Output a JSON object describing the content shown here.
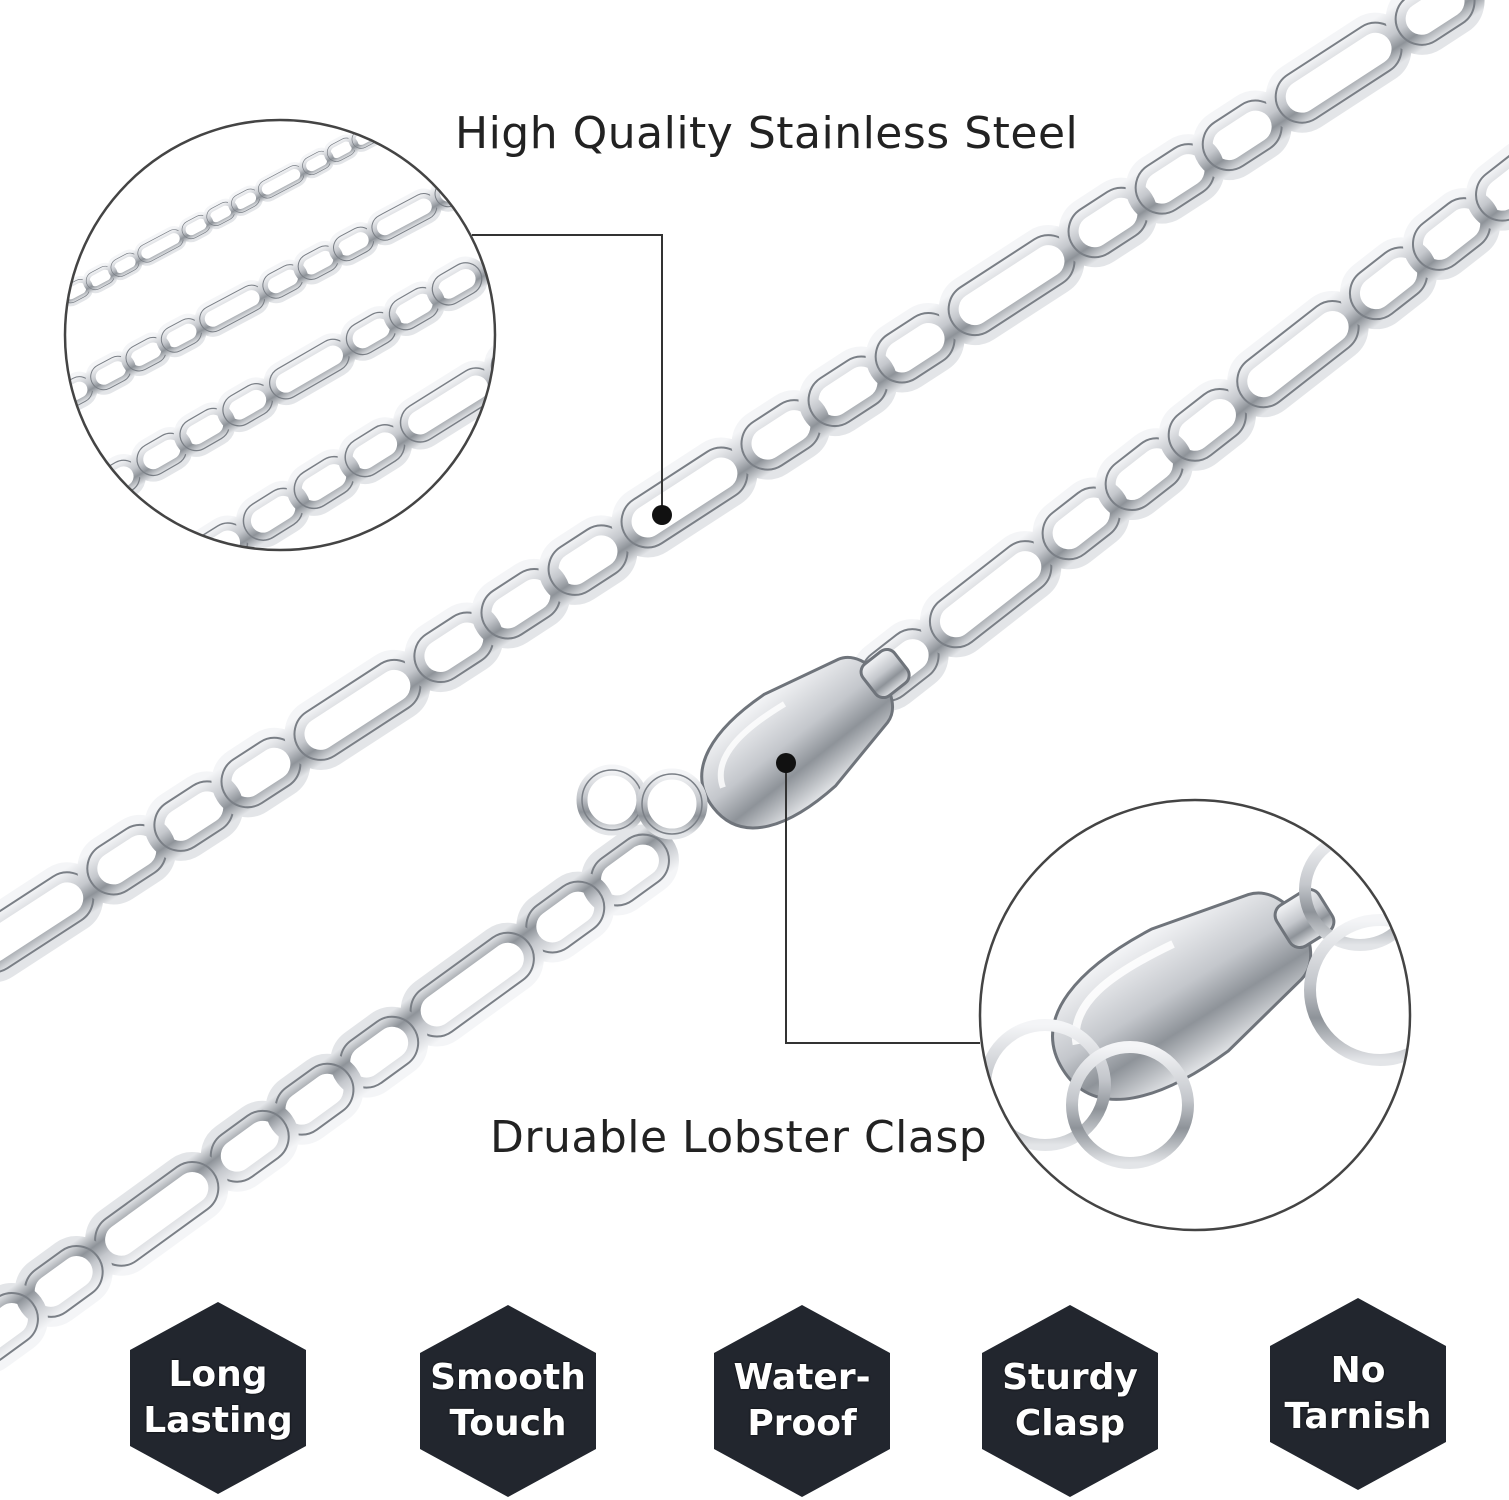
{
  "callouts": {
    "steel": "High Quality Stainless Steel",
    "clasp": "Druable Lobster Clasp"
  },
  "badges": [
    {
      "label": "Long\nLasting"
    },
    {
      "label": "Smooth\nTouch"
    },
    {
      "label": "Water-\nProof"
    },
    {
      "label": "Sturdy\nClasp"
    },
    {
      "label": "No\nTarnish"
    }
  ],
  "colors": {
    "background": "#ffffff",
    "badge_fill": "#22262e",
    "text": "#222222",
    "metal": "#c9ccd1"
  }
}
